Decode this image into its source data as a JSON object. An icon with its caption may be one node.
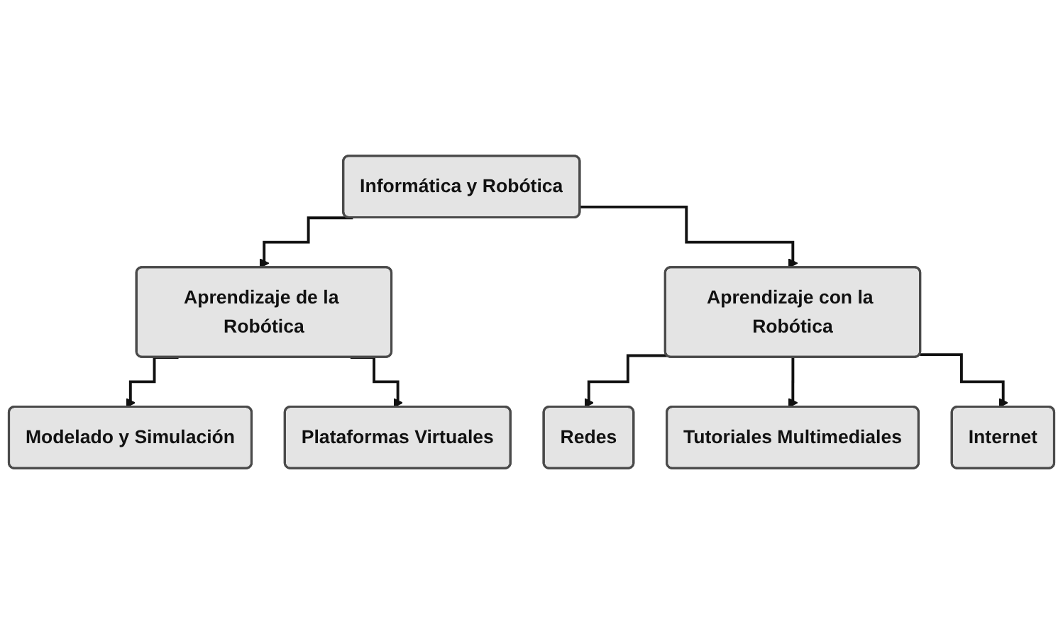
{
  "diagram": {
    "nodes": [
      {
        "text": [
          "Informática y Robótica"
        ]
      },
      {
        "text": [
          "Aprendizaje de la Robótica"
        ]
      },
      {
        "text": [
          "Aprendizaje con la Robótica"
        ]
      },
      {
        "text": [
          "Modelado y Simulación"
        ]
      },
      {
        "text": [
          "Plataformas Virtuales"
        ]
      },
      {
        "text": [
          "Redes"
        ]
      },
      {
        "text": [
          "Tutoriales Multimediales"
        ]
      },
      {
        "text": [
          "Internet"
        ]
      }
    ],
    "edges": [
      {
        "from": 0,
        "to": 1,
        "arrow": "to"
      },
      {
        "from": 0,
        "to": 2,
        "arrow": "to"
      },
      {
        "from": 1,
        "to": 3,
        "arrow": "to"
      },
      {
        "from": 1,
        "to": 4,
        "arrow": "to"
      },
      {
        "from": 2,
        "to": 5,
        "arrow": "to"
      },
      {
        "from": 2,
        "to": 6,
        "arrow": "to"
      },
      {
        "from": 2,
        "to": 7,
        "arrow": "to"
      }
    ]
  }
}
